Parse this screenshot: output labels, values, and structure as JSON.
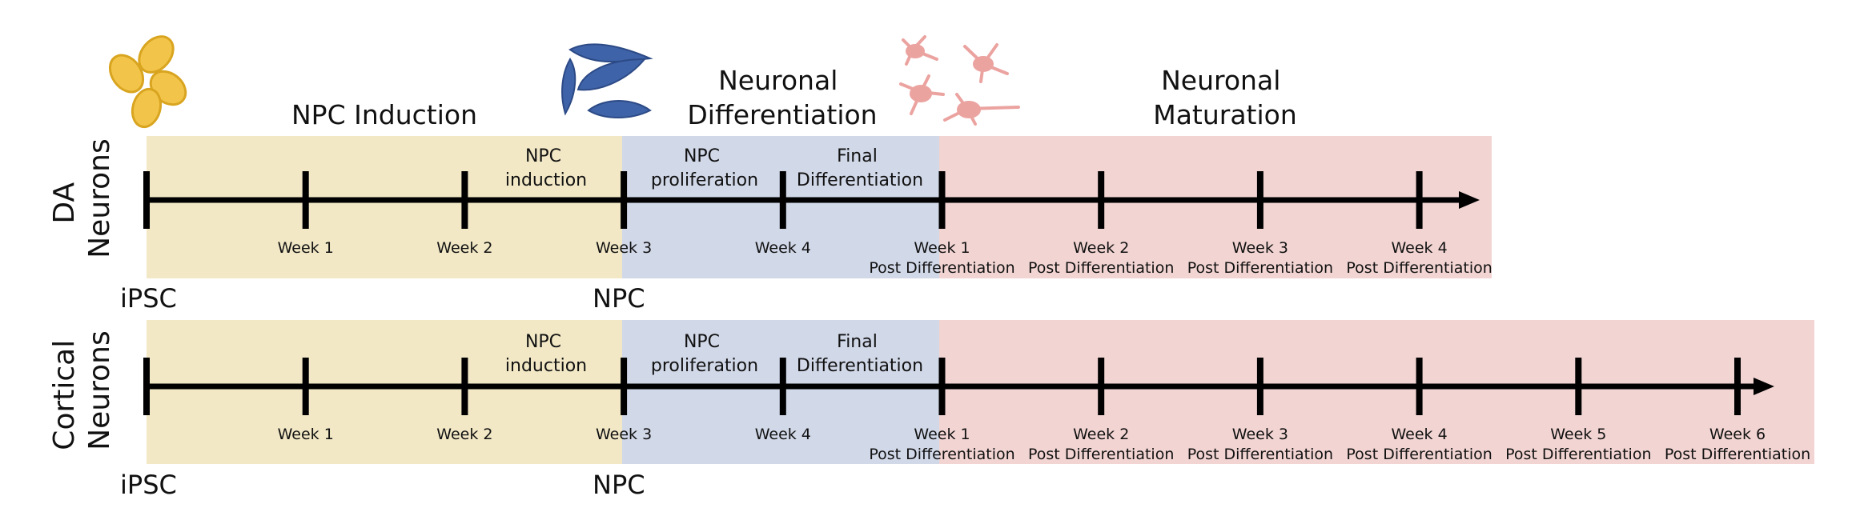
{
  "colors": {
    "induction": "#f2e8c6",
    "differentiation": "#d1d8e8",
    "maturation": "#f2d5d3",
    "axis": "#000000",
    "ipsc_cell": "#f2c54a",
    "ipsc_cell_edge": "#d9a520",
    "npc_cell": "#3f63a8",
    "npc_cell_edge": "#2c4a86",
    "neuron_cell": "#eba3a0",
    "neuron_cell_edge": "#d98480"
  },
  "icons": {
    "ipsc": "ipsc-cluster-icon",
    "npc": "npc-cells-icon",
    "neuron": "neuron-cells-icon"
  },
  "phases": {
    "induction": "NPC Induction",
    "differentiation": [
      "Neuronal",
      "Differentiation"
    ],
    "maturation": [
      "Neuronal",
      "Maturation"
    ]
  },
  "tracks": [
    {
      "label": [
        "DA",
        "Neurons"
      ],
      "sublabels": {
        "npc_induction": [
          "NPC",
          "induction"
        ],
        "npc_proliferation": [
          "NPC",
          "proliferation"
        ],
        "final_differentiation": [
          "Final",
          "Differentiation"
        ]
      },
      "weeks": [
        [
          "Week 1"
        ],
        [
          "Week 2"
        ],
        [
          "Week 3"
        ],
        [
          "Week 4"
        ],
        [
          "Week 1",
          "Post Differentiation"
        ],
        [
          "Week 2",
          "Post Differentiation"
        ],
        [
          "Week 3",
          "Post Differentiation"
        ],
        [
          "Week 4",
          "Post Differentiation"
        ]
      ],
      "start_label": "iPSC",
      "npc_label": "NPC"
    },
    {
      "label": [
        "Cortical",
        "Neurons"
      ],
      "sublabels": {
        "npc_induction": [
          "NPC",
          "induction"
        ],
        "npc_proliferation": [
          "NPC",
          "proliferation"
        ],
        "final_differentiation": [
          "Final",
          "Differentiation"
        ]
      },
      "weeks": [
        [
          "Week 1"
        ],
        [
          "Week 2"
        ],
        [
          "Week 3"
        ],
        [
          "Week 4"
        ],
        [
          "Week 1",
          "Post Differentiation"
        ],
        [
          "Week 2",
          "Post Differentiation"
        ],
        [
          "Week 3",
          "Post Differentiation"
        ],
        [
          "Week 4",
          "Post Differentiation"
        ],
        [
          "Week 5",
          "Post Differentiation"
        ],
        [
          "Week 6",
          "Post Differentiation"
        ]
      ],
      "start_label": "iPSC",
      "npc_label": "NPC"
    }
  ]
}
